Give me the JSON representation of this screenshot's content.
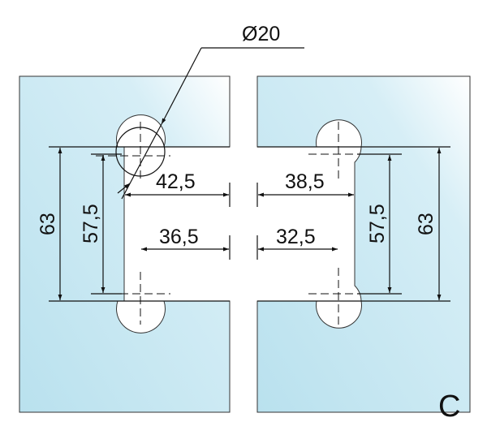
{
  "title": "Glass hinge cutout dimensions",
  "variant_label": "C",
  "diameter_label": "Ø20",
  "left_panel": {
    "height_outer": "63",
    "height_inner": "57,5",
    "width_top": "42,5",
    "width_bottom": "36,5"
  },
  "right_panel": {
    "height_outer": "63",
    "height_inner": "57,5",
    "width_top": "38,5",
    "width_bottom": "32,5"
  },
  "colors": {
    "glass_light": "#f4fbfe",
    "glass_dark": "#bfe3ef",
    "line": "#111111"
  }
}
